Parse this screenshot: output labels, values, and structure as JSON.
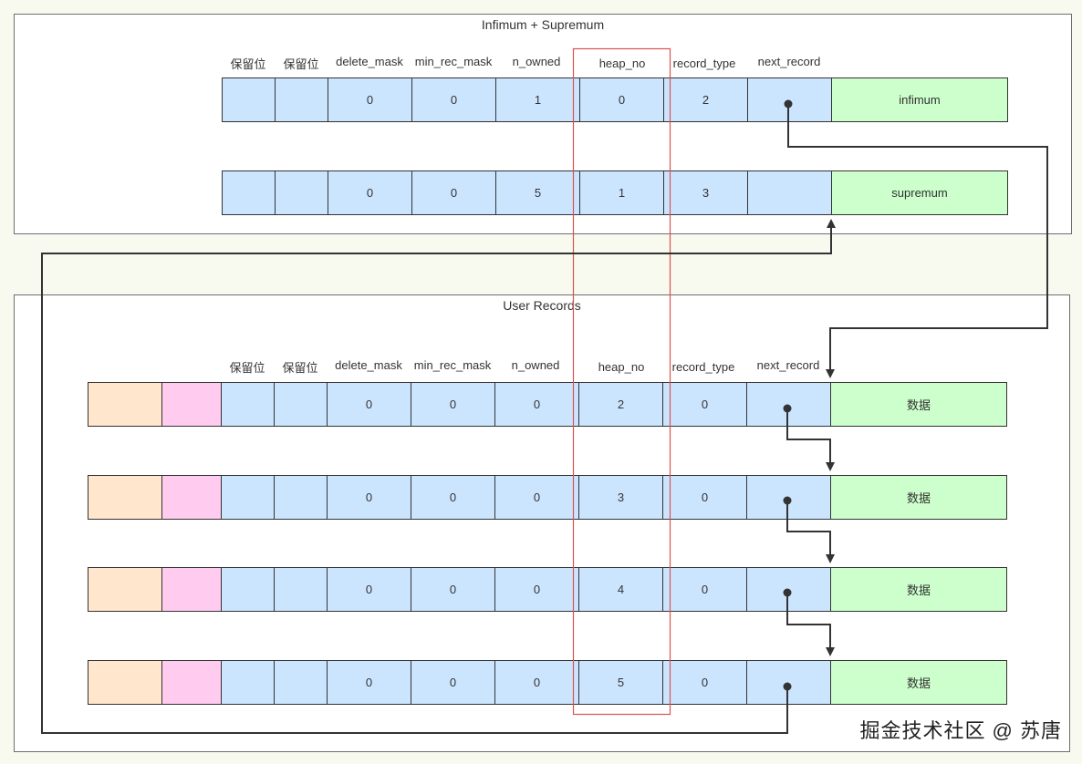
{
  "top_panel": {
    "title": "Infimum + Supremum",
    "headers": [
      "保留位",
      "保留位",
      "delete_mask",
      "min_rec_mask",
      "n_owned",
      "heap_no",
      "record_type",
      "next_record"
    ],
    "rows": [
      {
        "values": [
          "",
          "",
          "0",
          "0",
          "1",
          "0",
          "2",
          ""
        ],
        "name": "infimum"
      },
      {
        "values": [
          "",
          "",
          "0",
          "0",
          "5",
          "1",
          "3",
          ""
        ],
        "name": "supremum"
      }
    ]
  },
  "bottom_panel": {
    "title": "User Records",
    "headers": [
      "保留位",
      "保留位",
      "delete_mask",
      "min_rec_mask",
      "n_owned",
      "heap_no",
      "record_type",
      "next_record"
    ],
    "rows": [
      {
        "values": [
          "",
          "",
          "0",
          "0",
          "0",
          "2",
          "0",
          ""
        ],
        "name": "数据"
      },
      {
        "values": [
          "",
          "",
          "0",
          "0",
          "0",
          "3",
          "0",
          ""
        ],
        "name": "数据"
      },
      {
        "values": [
          "",
          "",
          "0",
          "0",
          "0",
          "4",
          "0",
          ""
        ],
        "name": "数据"
      },
      {
        "values": [
          "",
          "",
          "0",
          "0",
          "0",
          "5",
          "0",
          ""
        ],
        "name": "数据"
      }
    ]
  },
  "highlight_column": "heap_no",
  "colors": {
    "field_fill": "#cce5ff",
    "name_fill": "#ccffcc",
    "extra1_fill": "#ffe6cc",
    "extra2_fill": "#ffccf0",
    "highlight_stroke": "#d9534f",
    "arrow": "#333333"
  },
  "watermark": "掘金技术社区 @ 苏唐"
}
